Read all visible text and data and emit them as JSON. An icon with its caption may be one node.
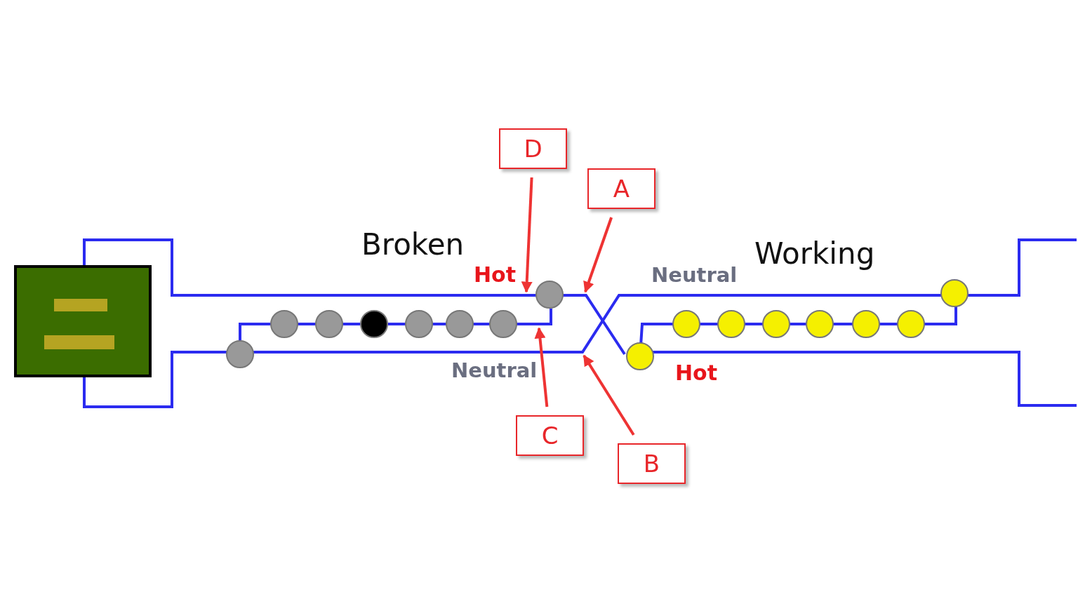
{
  "diagram": {
    "nodes": [
      {
        "text": [
          "D"
        ]
      },
      {
        "text": [
          "A"
        ]
      },
      {
        "text": [
          "C"
        ]
      },
      {
        "text": [
          "B"
        ]
      },
      {
        "text": [],
        "shape": "picture"
      }
    ],
    "edges": [
      {
        "from": 0,
        "to": 4,
        "arrow": "to"
      },
      {
        "from": 1,
        "to": 4,
        "arrow": "to"
      },
      {
        "from": 2,
        "to": 4,
        "arrow": "to"
      },
      {
        "from": 3,
        "to": 4,
        "arrow": "to"
      }
    ],
    "labels": [
      "Broken",
      "Working",
      "Hot",
      "Neutral",
      "Neutral",
      "Hot"
    ]
  }
}
